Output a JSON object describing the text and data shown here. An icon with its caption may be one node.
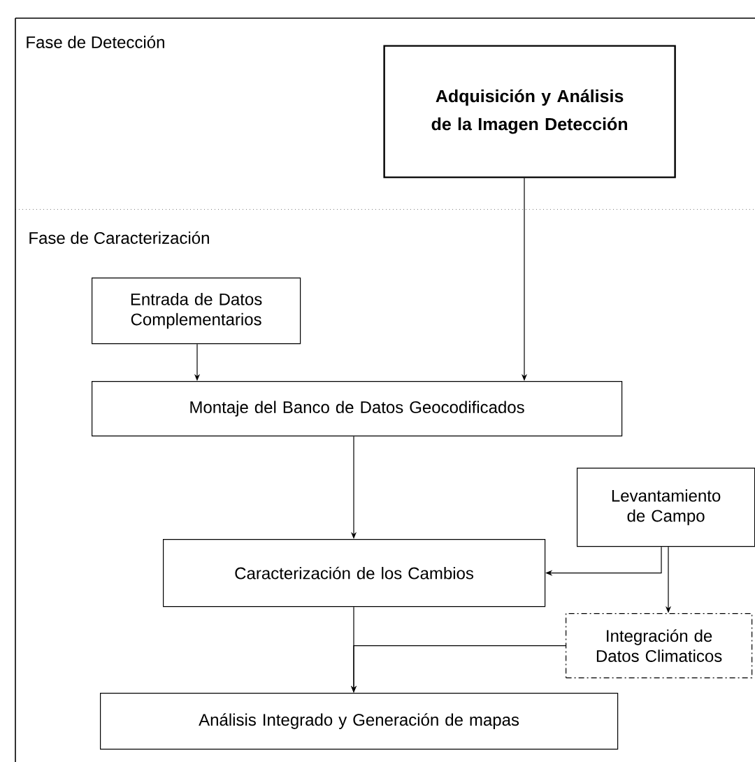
{
  "diagram": {
    "nodes": [
      {
        "text": [
          "Fase de Detección"
        ]
      },
      {
        "text": [
          "Adquisición y Análisis de la Imagen Detección"
        ],
        "in": 0
      },
      {
        "text": [
          "Fase de Caracterización"
        ]
      },
      {
        "text": [
          "Entrada de Datos Complementarios"
        ],
        "in": 2
      },
      {
        "text": [
          "Montaje del Banco de Datos Geocodificados"
        ],
        "in": 2
      },
      {
        "text": [
          "Levantamiento de Campo"
        ],
        "in": 2
      },
      {
        "text": [
          "Caracterización de los Cambios"
        ],
        "in": 2
      },
      {
        "text": [
          "Integración de Datos Climaticos"
        ],
        "in": 2
      },
      {
        "text": [
          "Análisis Integrado y Generación de mapas"
        ],
        "in": 2
      }
    ],
    "edges": [
      {
        "from": 1,
        "to": 4,
        "arrow": "to"
      },
      {
        "from": 3,
        "to": 4,
        "arrow": "to"
      },
      {
        "from": 4,
        "to": 6,
        "arrow": "to"
      },
      {
        "from": 5,
        "to": 6,
        "arrow": "to"
      },
      {
        "from": 5,
        "to": 7,
        "arrow": "to"
      },
      {
        "from": 6,
        "to": 8,
        "arrow": "to"
      },
      {
        "from": 7,
        "to": 8,
        "arrow": "to"
      }
    ]
  }
}
